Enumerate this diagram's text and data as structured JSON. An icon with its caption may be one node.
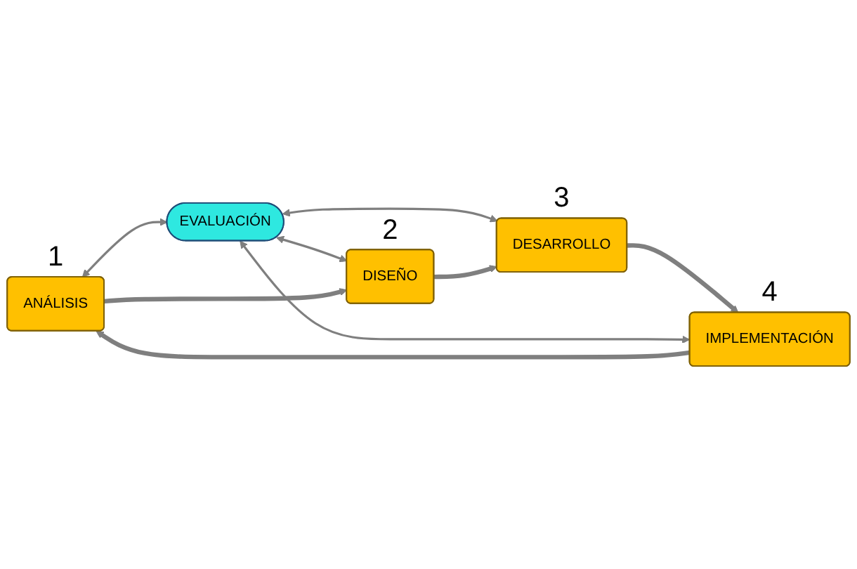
{
  "diagram": {
    "nodes": [
      {
        "text": [
          "ANÁLISIS"
        ],
        "beside": [
          "1"
        ]
      },
      {
        "text": [
          "IMPLEMENTACIÓN"
        ],
        "beside": [
          "4"
        ]
      },
      {
        "text": [
          "EVALUACIÓN"
        ]
      },
      {
        "text": [
          "DISEÑO"
        ],
        "beside": [
          "2"
        ]
      },
      {
        "text": [
          "DESARROLLO"
        ],
        "beside": [
          "3"
        ]
      }
    ],
    "edges": [
      {
        "from": 0,
        "to": 2,
        "arrow": "both"
      },
      {
        "from": 1,
        "to": 2,
        "arrow": "both"
      },
      {
        "from": 2,
        "to": 3,
        "arrow": "both"
      },
      {
        "from": 2,
        "to": 4,
        "arrow": "both"
      },
      {
        "from": 0,
        "to": 3,
        "arrow": "to",
        "style": "thick"
      },
      {
        "from": 3,
        "to": 4,
        "arrow": "to",
        "style": "thick"
      },
      {
        "from": 4,
        "to": 1,
        "arrow": "to",
        "style": "thick"
      },
      {
        "from": 1,
        "to": 0,
        "arrow": "to",
        "style": "thick"
      }
    ]
  }
}
